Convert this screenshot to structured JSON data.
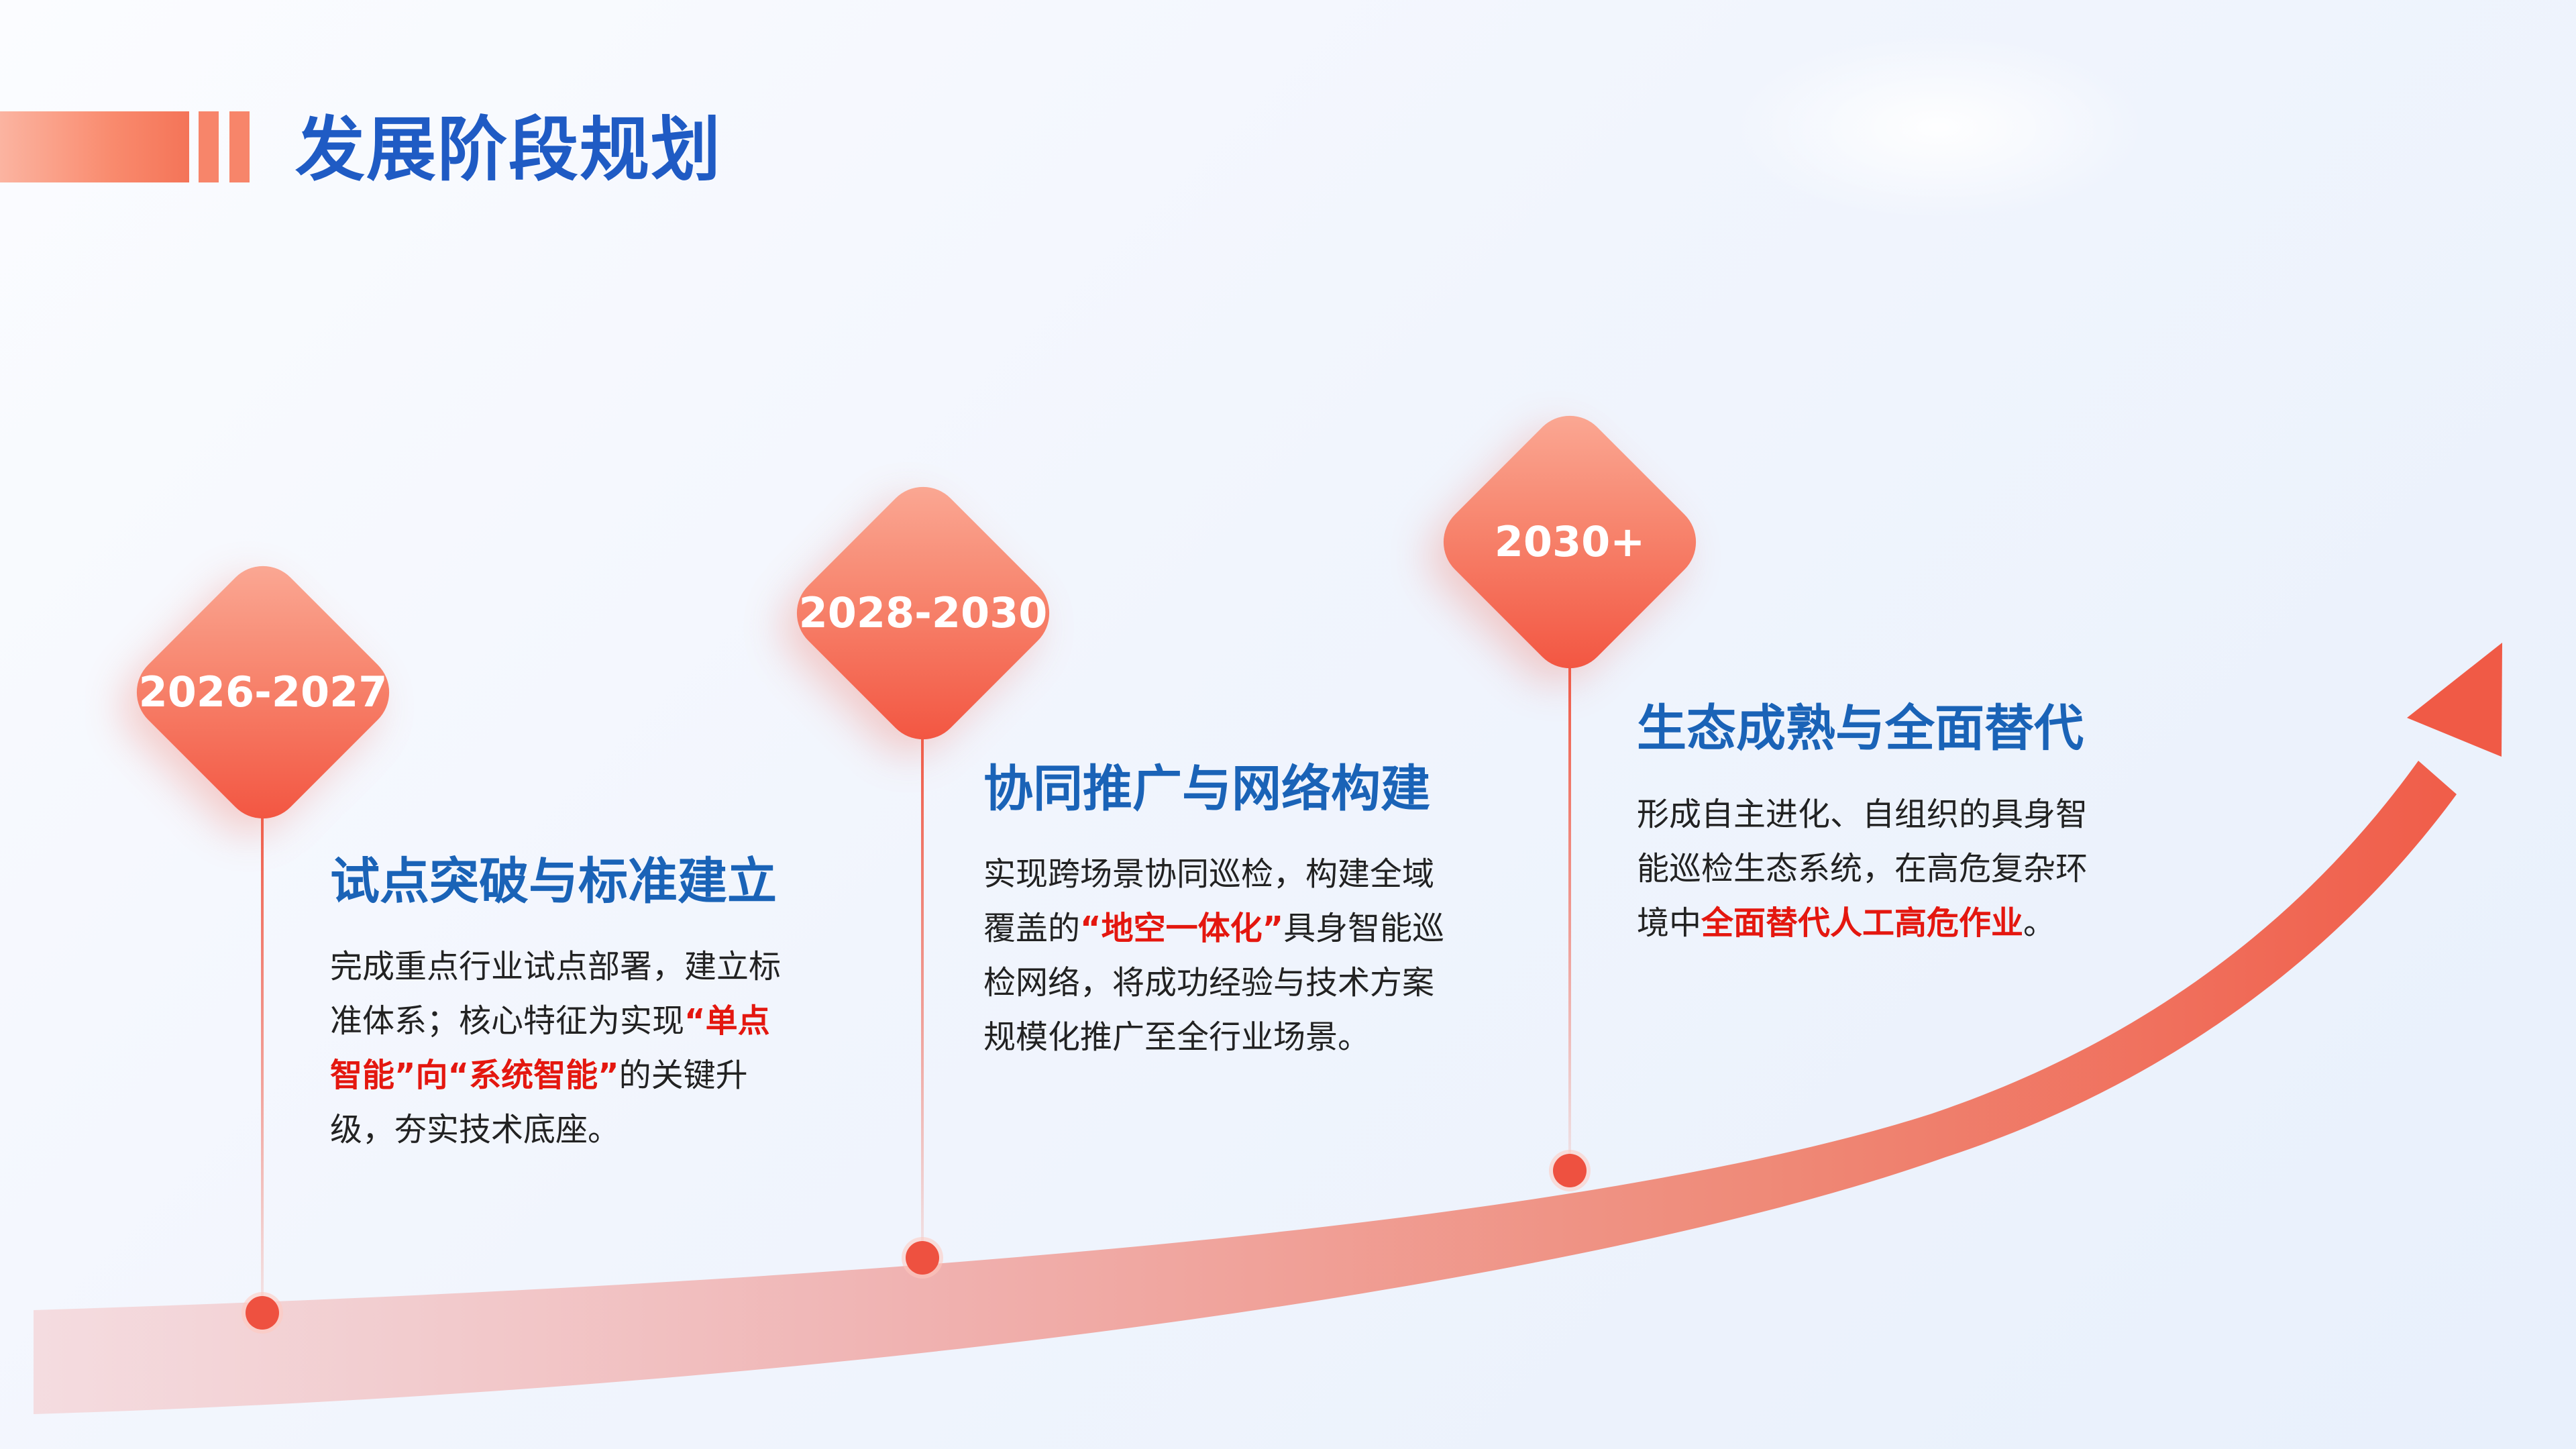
{
  "header": {
    "title": "发展阶段规划",
    "accent_color": "#f47458",
    "title_color": "#1f5bc4"
  },
  "stages": [
    {
      "period": "2026-2027",
      "title": "试点突破与标准建立",
      "desc": {
        "p1": "完成重点行业试点部署，建立标准体系；核心特征为实现",
        "h1": "“单点智能”向“系统智能”",
        "p2": "的关键升级，夯实技术底座。"
      }
    },
    {
      "period": "2028-2030",
      "title": "协同推广与网络构建",
      "desc": {
        "p1": "实现跨场景协同巡检，构建全域覆盖的",
        "h1": "“地空一体化”",
        "p2": "具身智能巡检网络，将成功经验与技术方案规模化推广至全行业场景。"
      }
    },
    {
      "period": "2030+",
      "title": "生态成熟与全面替代",
      "desc": {
        "p1": "形成自主进化、自组织的具身智能巡检生态系统，在高危复杂环境中",
        "h1": "全面替代人工高危作业",
        "p2": "。"
      }
    }
  ],
  "colors": {
    "arrow": "#f05a46",
    "highlight": "#e4170f",
    "stage_title": "#1a63b7"
  }
}
